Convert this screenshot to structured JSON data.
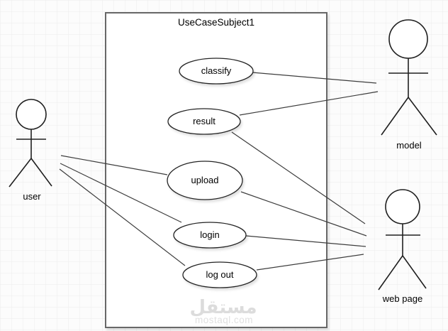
{
  "diagram": {
    "type": "uml-use-case",
    "subject": {
      "label": "UseCaseSubject1"
    },
    "use_cases": [
      {
        "id": "classify",
        "label": "classify"
      },
      {
        "id": "result",
        "label": "result"
      },
      {
        "id": "upload",
        "label": "upload"
      },
      {
        "id": "login",
        "label": "login"
      },
      {
        "id": "log_out",
        "label": "log out"
      }
    ],
    "actors": [
      {
        "id": "user",
        "label": "user"
      },
      {
        "id": "model",
        "label": "model"
      },
      {
        "id": "web_page",
        "label": "web page"
      }
    ],
    "associations": [
      {
        "from": "user",
        "to": "upload"
      },
      {
        "from": "user",
        "to": "login"
      },
      {
        "from": "user",
        "to": "log out"
      },
      {
        "from": "classify",
        "to": "model"
      },
      {
        "from": "result",
        "to": "model"
      },
      {
        "from": "result",
        "to": "web page"
      },
      {
        "from": "upload",
        "to": "web page"
      },
      {
        "from": "login",
        "to": "web page"
      },
      {
        "from": "log out",
        "to": "web page"
      }
    ]
  },
  "watermark": {
    "brand_arabic": "مستقل",
    "domain": "mostaql.com"
  },
  "colors": {
    "canvas_bg": "#fcfcfc",
    "grid_line": "#ececec",
    "subject_stroke": "#686868",
    "shape_stroke": "#242424",
    "association_line": "#3d3d3d",
    "text": "#000000",
    "watermark": "#dcdcdc"
  }
}
